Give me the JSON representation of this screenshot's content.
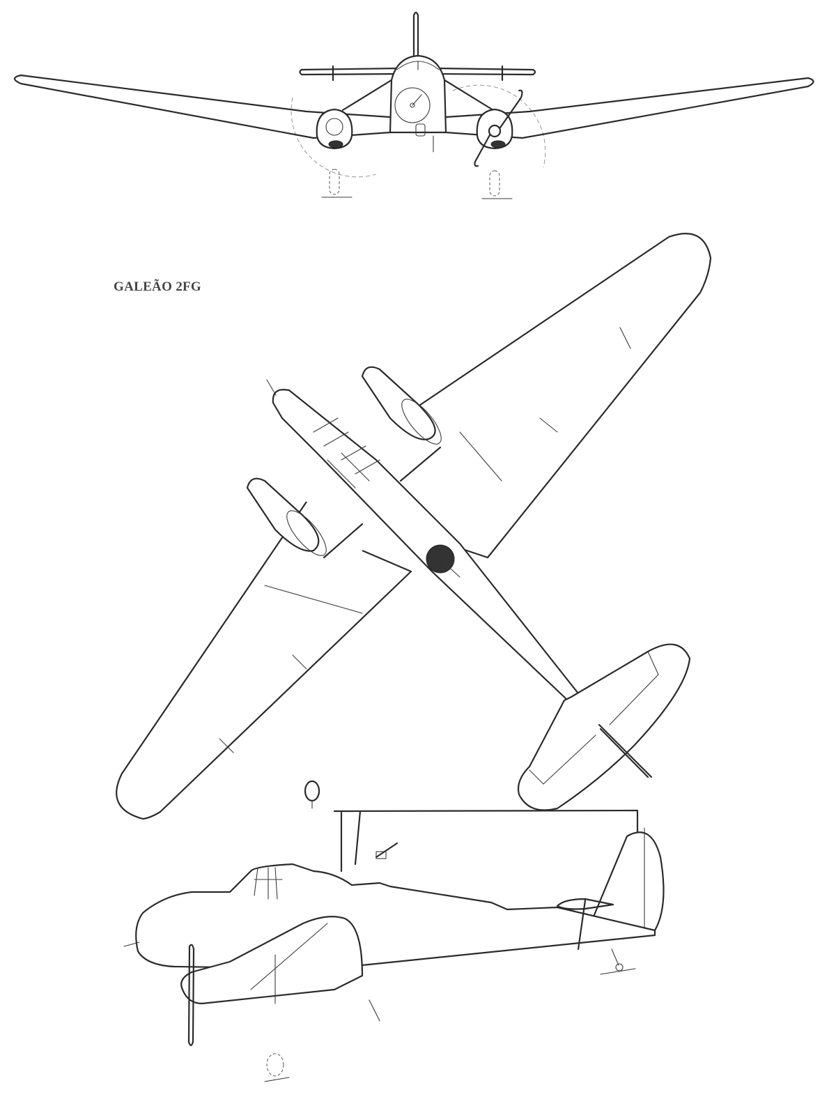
{
  "figure": {
    "title": "GALEÃO 2FG",
    "views": [
      {
        "name": "front-view",
        "label": ""
      },
      {
        "name": "plan-view",
        "label": ""
      },
      {
        "name": "side-view",
        "label": ""
      }
    ],
    "colors": {
      "line": "#2a2a2a",
      "background": "#ffffff",
      "title": "#444444"
    }
  }
}
